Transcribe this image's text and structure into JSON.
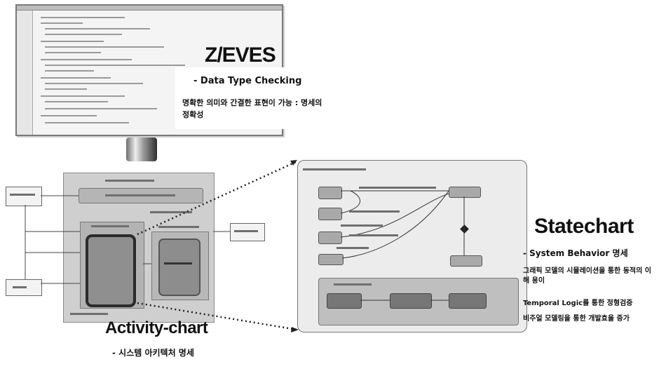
{
  "zeves": {
    "title": "Z/EVES",
    "bullet": "- Data Type Checking",
    "note": "명확한 의미와 간결한 표현이 가능 : 명세의 정확성"
  },
  "activity": {
    "title": "Activity-chart",
    "bullet": "- 시스템 아키텍처 명세"
  },
  "statechart": {
    "title": "Statechart",
    "bullet": "- System Behavior 명세",
    "notes": [
      "그래픽 모델의 시뮬레이션을 통한 동적의 이해 용이",
      "Temporal Logic를 통한 정형검증",
      "비주얼 모델링을 통한 개발효율 증가"
    ]
  }
}
